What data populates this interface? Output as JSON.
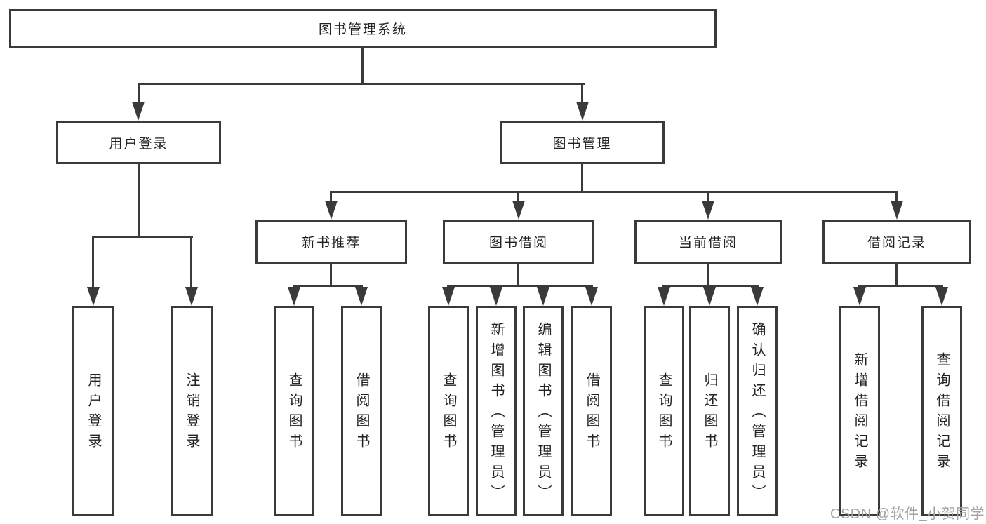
{
  "nodes": {
    "root": "图书管理系统",
    "user_login": "用户登录",
    "book_manage": "图书管理",
    "new_books": "新书推荐",
    "book_borrow": "图书借阅",
    "current_borrow": "当前借阅",
    "borrow_records": "借阅记录",
    "user_leaves": [
      "用户登录",
      "注销登录"
    ],
    "new_books_leaves": [
      "查询图书",
      "借阅图书"
    ],
    "book_borrow_leaves": [
      "查询图书",
      "新增图书（管理员）",
      "编辑图书（管理员）",
      "借阅图书"
    ],
    "current_borrow_leaves": [
      "查询图书",
      "归还图书",
      "确认归还（管理员）"
    ],
    "borrow_records_leaves": [
      "新增借阅记录",
      "查询借阅记录"
    ]
  },
  "watermark": "CSDN @软件_小贺同学",
  "colors": {
    "line": "#3a3a3a",
    "box_border": "#3a3a3a",
    "box_bg": "#ffffff",
    "text": "#222222",
    "watermark": "#a2a2a2",
    "background": "#ffffff"
  }
}
